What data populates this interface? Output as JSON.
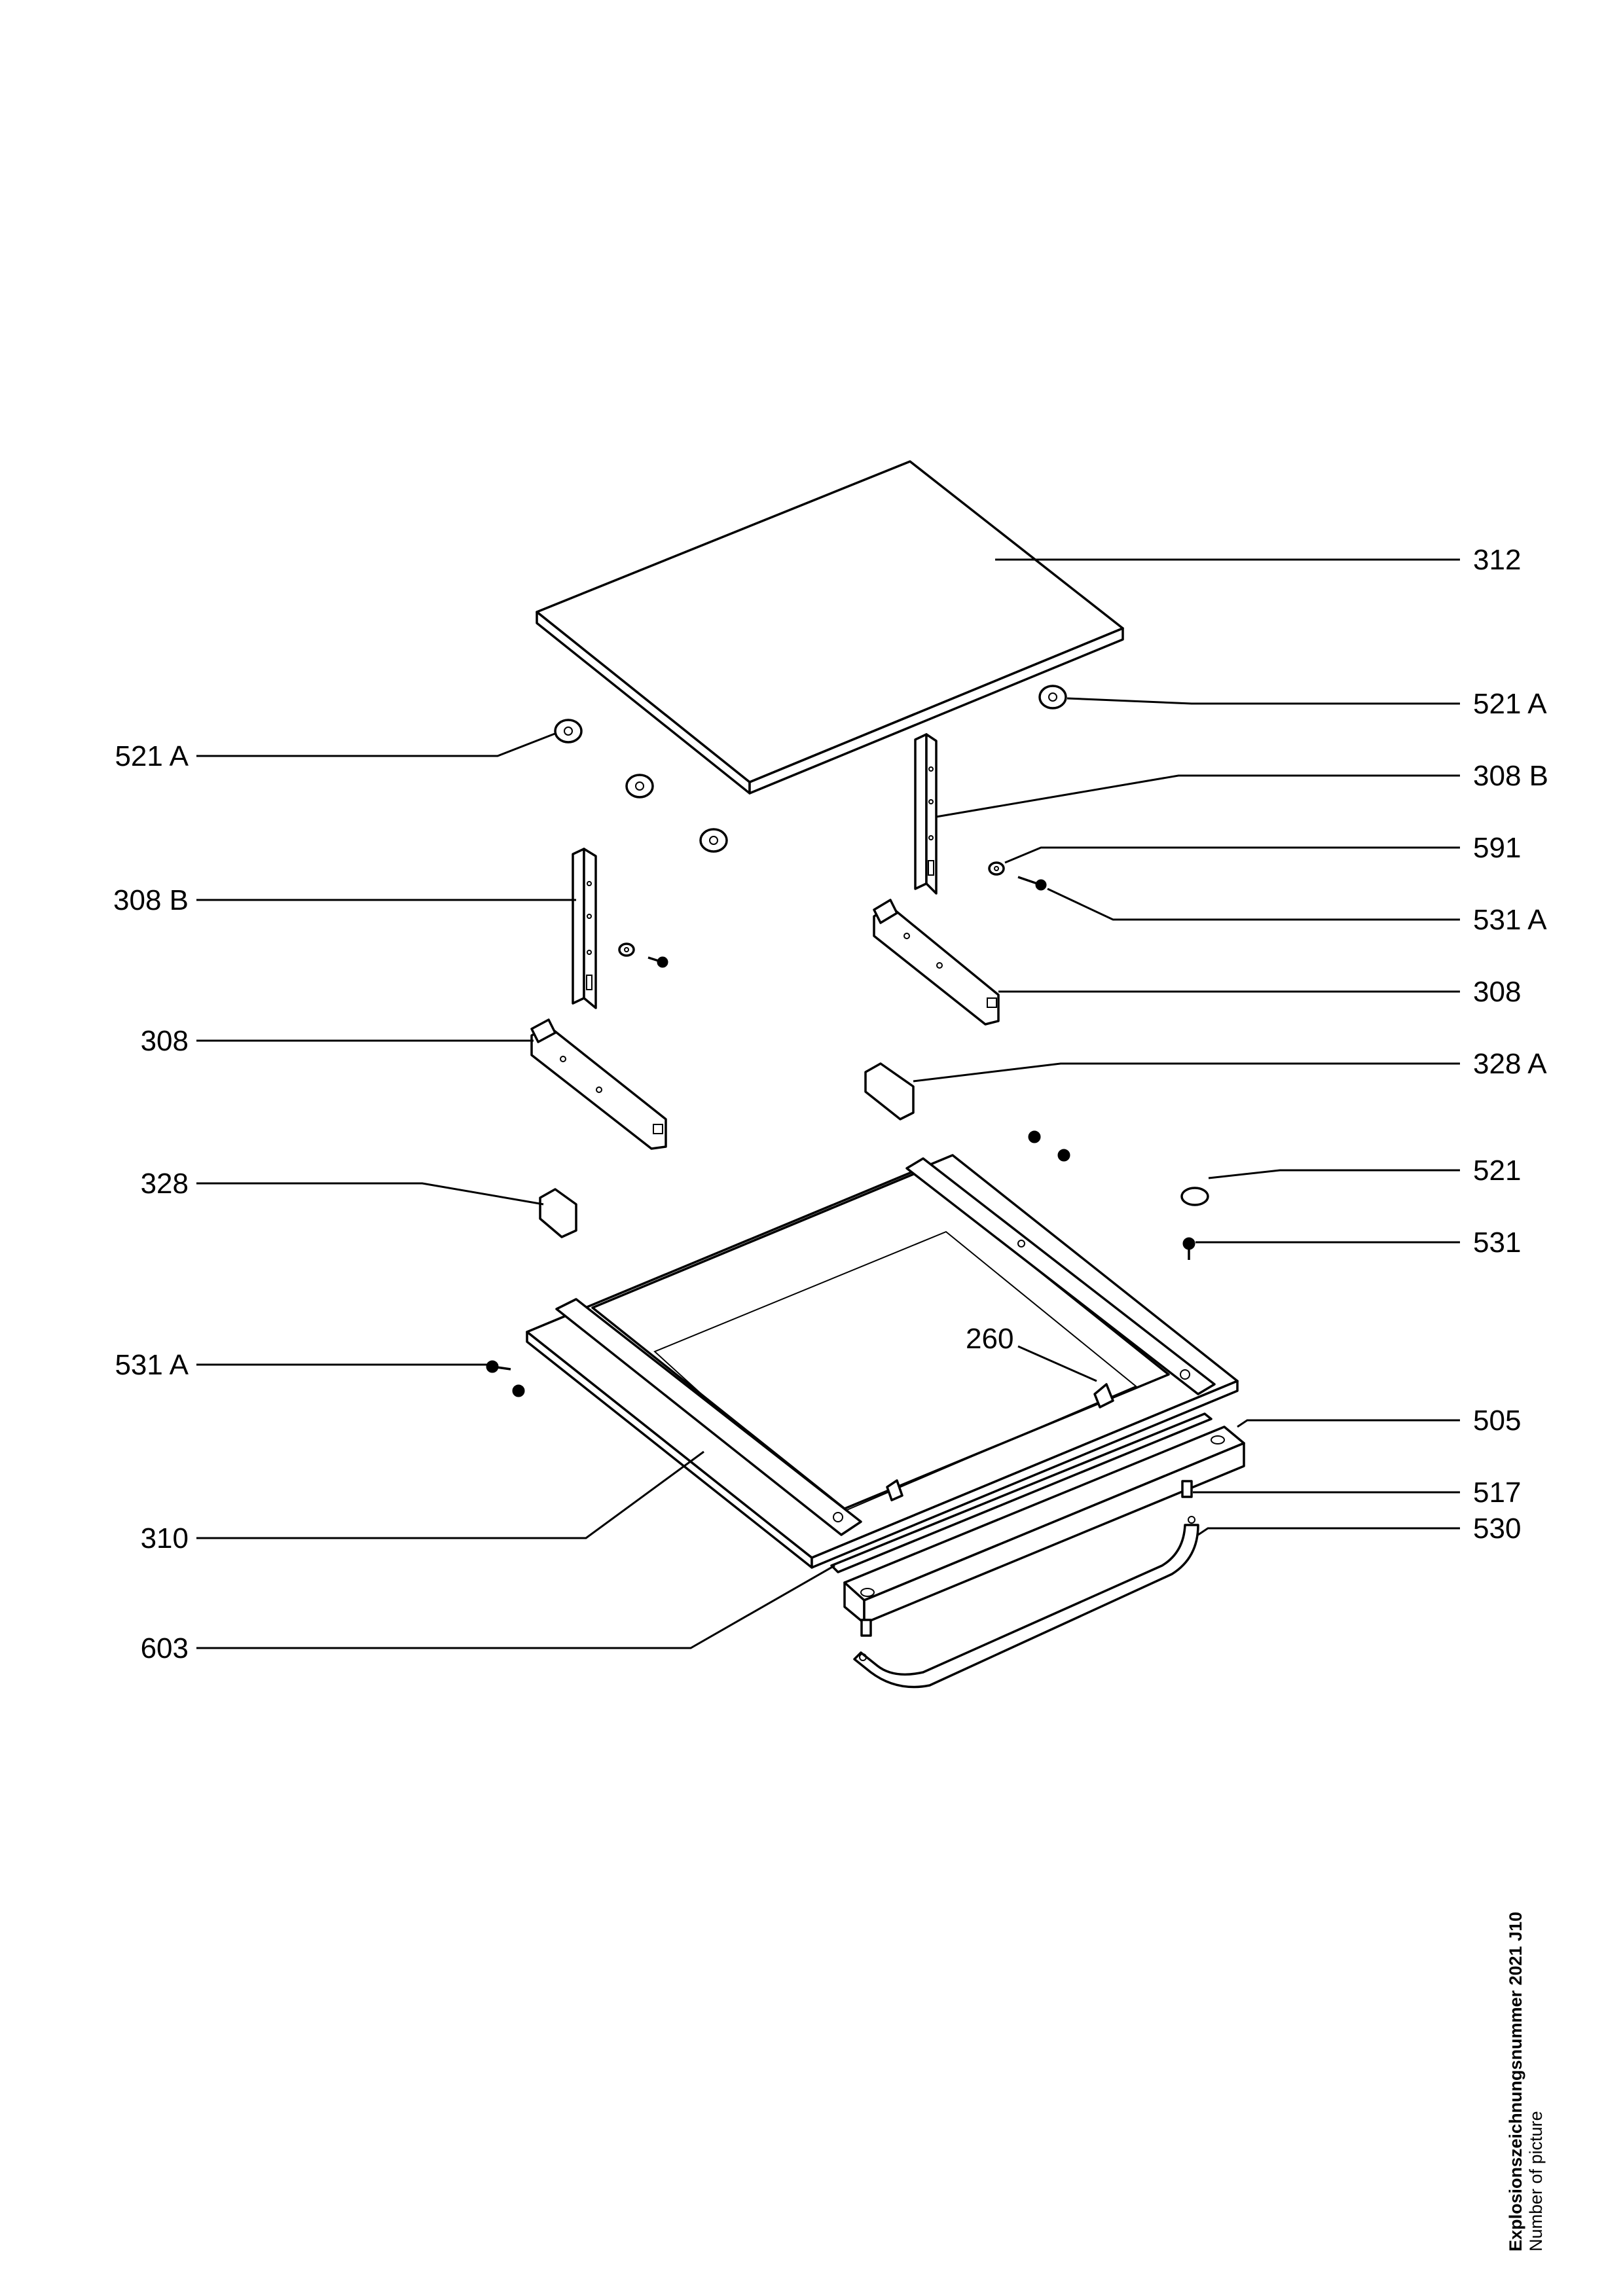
{
  "labels": {
    "l312": "312",
    "l521a_r": "521 A",
    "l308b_r": "308 B",
    "l591": "591",
    "l531a_r": "531 A",
    "l308_r": "308",
    "l328a": "328 A",
    "l521": "521",
    "l531": "531",
    "l505": "505",
    "l517": "517",
    "l530": "530",
    "l521a_l": "521 A",
    "l308b_l": "308 B",
    "l308_l": "308",
    "l328": "328",
    "l531a_l": "531 A",
    "l310": "310",
    "l603": "603",
    "l260": "260"
  },
  "caption": {
    "title": "Explosionszeichnungsnummer 2021 J10",
    "subtitle": "Number of picture"
  }
}
